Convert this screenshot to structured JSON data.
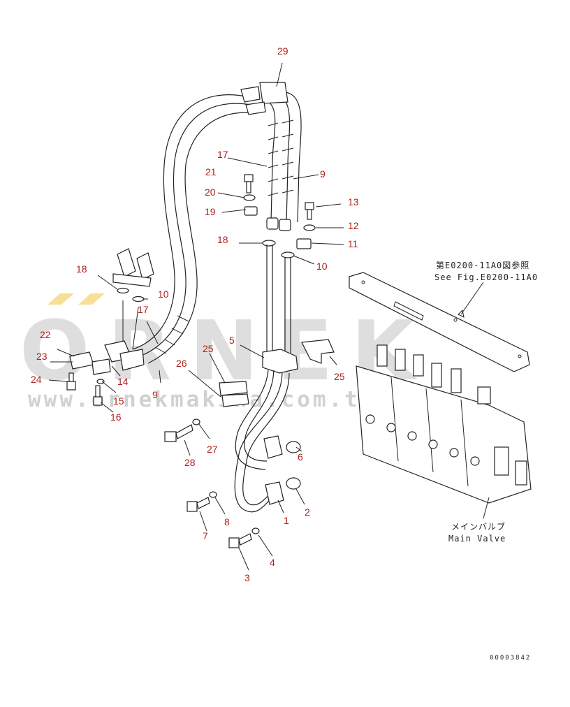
{
  "watermark": {
    "brand": "ORNEK",
    "url": "www.ornekmakina.com.tr",
    "accent_color": "#f5d77a"
  },
  "notes": {
    "figure_ref_jp": "第E0200-11A0図参照",
    "figure_ref_en": "See Fig.E0200-11A0",
    "main_valve_jp": "メインバルブ",
    "main_valve_en": "Main Valve"
  },
  "document_id": "00003842",
  "callouts": [
    {
      "id": "c29",
      "label": "29"
    },
    {
      "id": "c17a",
      "label": "17"
    },
    {
      "id": "c9a",
      "label": "9"
    },
    {
      "id": "c21",
      "label": "21"
    },
    {
      "id": "c20",
      "label": "20"
    },
    {
      "id": "c19",
      "label": "19"
    },
    {
      "id": "c13",
      "label": "13"
    },
    {
      "id": "c12",
      "label": "12"
    },
    {
      "id": "c11",
      "label": "11"
    },
    {
      "id": "c18a",
      "label": "18"
    },
    {
      "id": "c10a",
      "label": "10"
    },
    {
      "id": "c18b",
      "label": "18"
    },
    {
      "id": "c10b",
      "label": "10"
    },
    {
      "id": "c17b",
      "label": "17"
    },
    {
      "id": "c22",
      "label": "22"
    },
    {
      "id": "c23",
      "label": "23"
    },
    {
      "id": "c24",
      "label": "24"
    },
    {
      "id": "c14",
      "label": "14"
    },
    {
      "id": "c15",
      "label": "15"
    },
    {
      "id": "c16",
      "label": "16"
    },
    {
      "id": "c9b",
      "label": "9"
    },
    {
      "id": "c5",
      "label": "5"
    },
    {
      "id": "c25a",
      "label": "25"
    },
    {
      "id": "c26",
      "label": "26"
    },
    {
      "id": "c25b",
      "label": "25"
    },
    {
      "id": "c27",
      "label": "27"
    },
    {
      "id": "c28",
      "label": "28"
    },
    {
      "id": "c6",
      "label": "6"
    },
    {
      "id": "c2",
      "label": "2"
    },
    {
      "id": "c1",
      "label": "1"
    },
    {
      "id": "c8",
      "label": "8"
    },
    {
      "id": "c7",
      "label": "7"
    },
    {
      "id": "c4",
      "label": "4"
    },
    {
      "id": "c3",
      "label": "3"
    }
  ]
}
